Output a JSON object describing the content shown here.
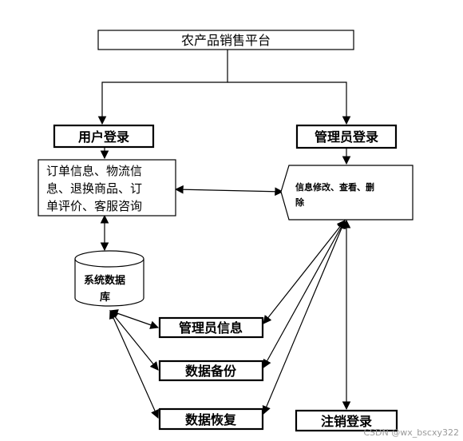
{
  "diagram": {
    "platform": "农产品销售平台",
    "user_login": "用户登录",
    "admin_login": "管理员登录",
    "user_functions": [
      "订单信息、物流信",
      "息、退换商品、订",
      "单评价、客服咨询"
    ],
    "admin_functions": [
      "信息修改、查看、删",
      "除"
    ],
    "database": [
      "系统数据",
      "库"
    ],
    "admin_info": "管理员信息",
    "data_backup": "数据备份",
    "data_restore": "数据恢复",
    "logout": "注销登录",
    "watermark": "CSDN @wx_bscxy322"
  }
}
